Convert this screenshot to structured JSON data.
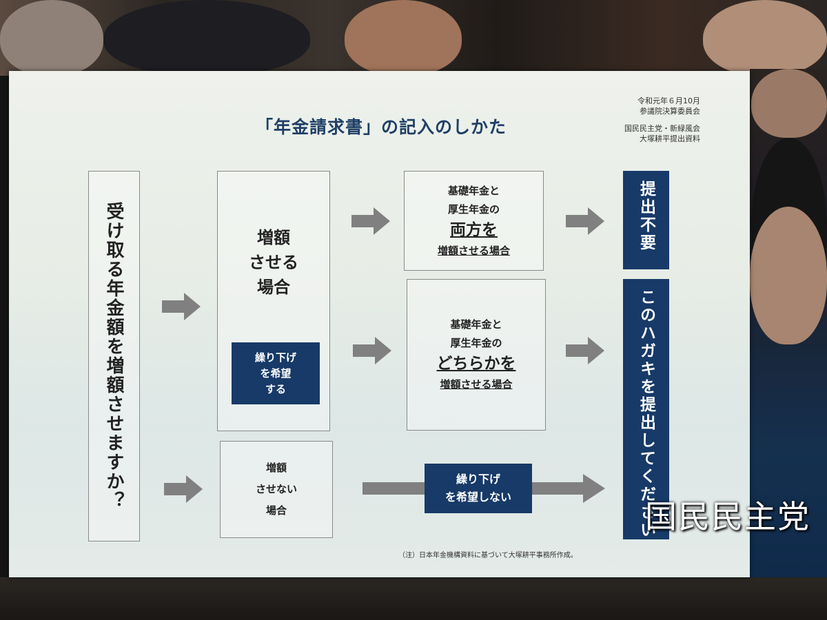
{
  "slide": {
    "title": "「年金請求書」の記入のしかた",
    "meta_date": "令和元年６月10月",
    "meta_committee": "参議院決算委員会",
    "meta_party": "国民民主党・新緑風会",
    "meta_submitter": "大塚耕平提出資料",
    "question": "受け取る年金額を増額させますか？",
    "increase_case": [
      "増額",
      "させる",
      "場合"
    ],
    "defer_yes": [
      "繰り下げ",
      "を希望",
      "する"
    ],
    "no_increase_case": [
      "増額",
      "させない",
      "場合"
    ],
    "both_case": {
      "line1": "基礎年金と",
      "line2": "厚生年金の",
      "emph": "両方を",
      "line3": "増額させる場合"
    },
    "either_case": {
      "line1": "基礎年金と",
      "line2": "厚生年金の",
      "emph": "どちらかを",
      "line3": "増額させる場合"
    },
    "no_submit": "提出不要",
    "submit": "このハガキを提出してください",
    "defer_no": [
      "繰り下げ",
      "を希望しない"
    ],
    "note": "（注）日本年金機構資料に基づいて大塚耕平事務所作成。"
  },
  "tv_caption": "国民民主党",
  "colors": {
    "navy": "#173a68",
    "title": "#1f3f66",
    "arrow": "#808080"
  }
}
